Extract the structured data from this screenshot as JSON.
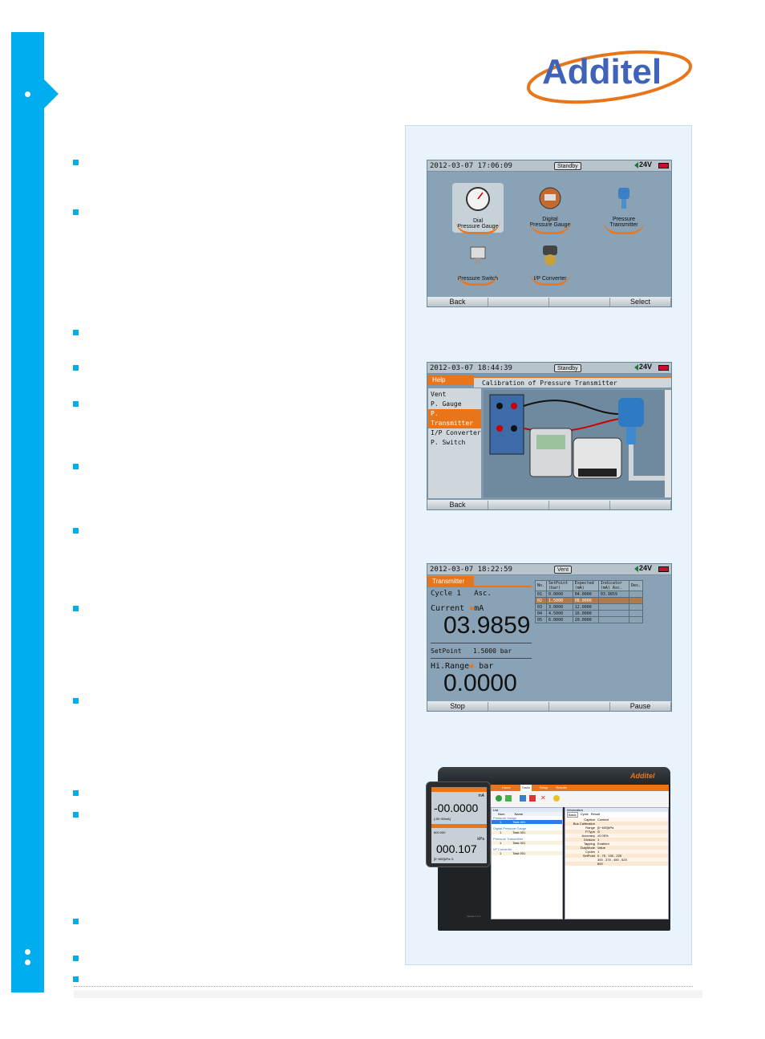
{
  "brand": {
    "name": "Additel",
    "colors": {
      "accent": "#00aeef",
      "orange": "#e8751a",
      "logo_blue": "#3f63b8"
    }
  },
  "screens": {
    "select": {
      "datetime": "2012-03-07 17:06:09",
      "status": "Standby",
      "voltage": "24V",
      "icons": [
        {
          "label1": "Dial",
          "label2": "Pressure Gauge",
          "icon": "dial-gauge-icon"
        },
        {
          "label1": "Digital",
          "label2": "Pressure Gauge",
          "icon": "digital-gauge-icon"
        },
        {
          "label1": "Pressure",
          "label2": "Transmitter",
          "icon": "transmitter-icon"
        },
        {
          "label1": "",
          "label2": "Pressure Switch",
          "icon": "pressure-switch-icon"
        },
        {
          "label1": "",
          "label2": "I/P Converter",
          "icon": "ip-converter-icon"
        }
      ],
      "fkeys": [
        "Back",
        "",
        "",
        "Select"
      ]
    },
    "help": {
      "datetime": "2012-03-07 18:44:39",
      "status": "Standby",
      "voltage": "24V",
      "tab": "Help",
      "title": "Calibration of Pressure Transmitter",
      "menu": [
        "Vent",
        "P. Gauge",
        "P. Transmitter",
        "I/P Converter",
        "P. Switch"
      ],
      "selected_index": 2,
      "fkeys": [
        "Back",
        "",
        "",
        ""
      ]
    },
    "transmitter": {
      "datetime": "2012-03-07 18:22:59",
      "status": "Vent",
      "voltage": "24V",
      "tab": "Transmitter",
      "cycle": "Cycle 1",
      "direction": "Asc.",
      "current_label": "Current",
      "current_unit": "mA",
      "current_value": "03.9859",
      "setpoint_label": "SetPoint",
      "setpoint_value": "1.5000",
      "setpoint_unit": "bar",
      "range_label": "Hi.Range",
      "range_unit": "bar",
      "range_value": "0.0000",
      "table_headers": [
        "No.",
        "SetPoint (bar)",
        "Expected (mA)",
        "Indicator (mA) Asc.",
        "Des."
      ],
      "rows": [
        [
          "01",
          "0.0000",
          "04.0000",
          "03.9859",
          ""
        ],
        [
          "02",
          "1.5000",
          "08.0000",
          "",
          ""
        ],
        [
          "03",
          "3.0000",
          "12.0000",
          "",
          ""
        ],
        [
          "04",
          "4.5000",
          "16.0000",
          "",
          ""
        ],
        [
          "05",
          "6.0000",
          "20.0000",
          "",
          ""
        ]
      ],
      "fkeys": [
        "Stop",
        "",
        "",
        "Pause"
      ]
    },
    "software": {
      "logo": "Additel",
      "menu_tabs": [
        "Home",
        "Tasks",
        "Setup",
        "Results"
      ],
      "list_header": "List",
      "list_cols": [
        "Num",
        "Name"
      ],
      "list_groups": [
        {
          "group": "Pressure Gauge",
          "num": "1",
          "name": "Task 001"
        },
        {
          "group": "Digital Pressure Gauge",
          "num": "1",
          "name": "Task 001"
        },
        {
          "group": "Pressure Transmitter",
          "num": "1",
          "name": "Task 001"
        },
        {
          "group": "I/P Converter",
          "num": "1",
          "name": "Task 001"
        }
      ],
      "info_header": "Information",
      "info_tabs": [
        "Basic",
        "Cycle",
        "Result"
      ],
      "info_rows": [
        [
          "Caption",
          "Content"
        ],
        [
          "Bus Calibration",
          ""
        ],
        [
          "Range",
          "[0~600]kPa"
        ],
        [
          "P.Type",
          "G"
        ],
        [
          "Accuracy",
          "±0.05%"
        ],
        [
          "Division",
          "1"
        ],
        [
          "Tapping",
          "Enabled"
        ],
        [
          "DutyMode",
          "Value"
        ],
        [
          "Cycles",
          "1"
        ],
        [
          "SetPoint",
          "0 , 75 , 150 , 225"
        ],
        [
          "",
          "300 , 375 , 450 , 525"
        ],
        [
          "",
          "600"
        ]
      ],
      "handheld": {
        "top_value": "-00.0000",
        "top_unit": "mA",
        "top_range": "[-50~50mA]",
        "mid_label": "600.000",
        "bottom_value": "000.107",
        "bottom_unit": "kPa",
        "bottom_range": "[0~600]kPa G"
      },
      "version": "Version 1.2.1"
    }
  }
}
